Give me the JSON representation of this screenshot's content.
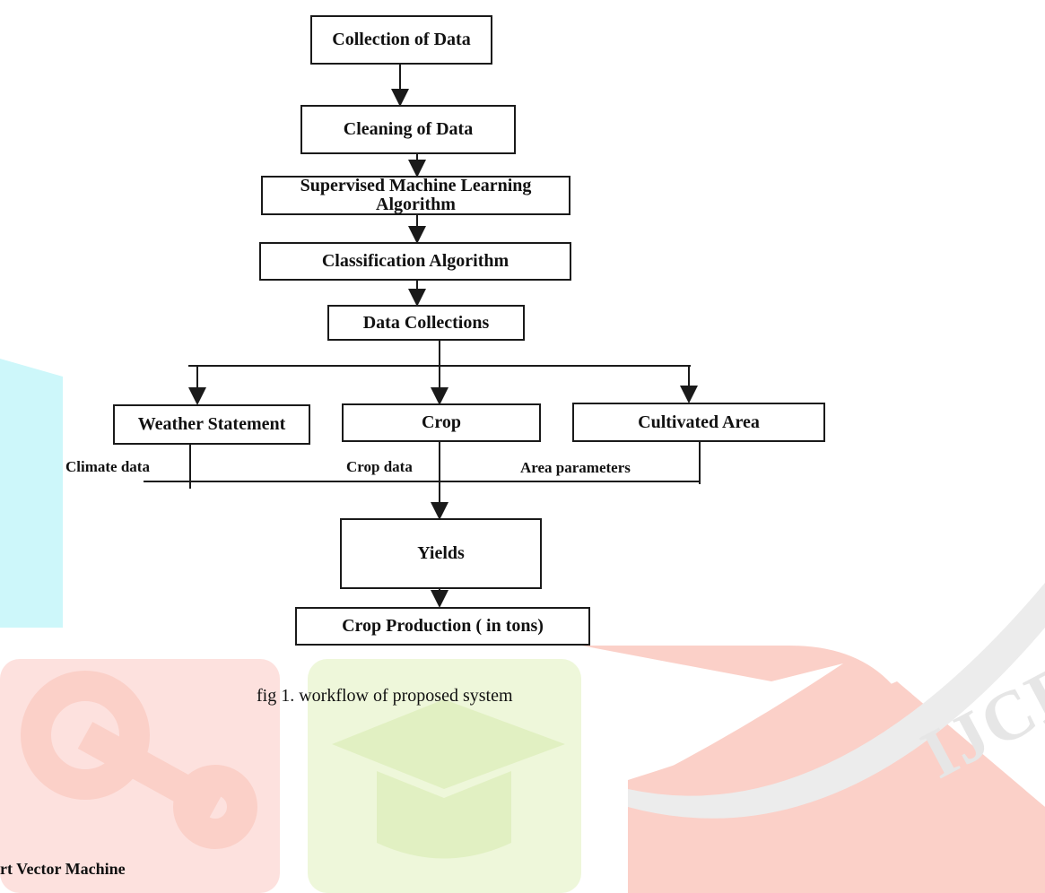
{
  "diagram": {
    "boxes": {
      "collection": "Collection of Data",
      "cleaning": "Cleaning of Data",
      "supervised": "Supervised Machine Learning Algorithm",
      "classification": "Classification Algorithm",
      "data_collections": "Data Collections",
      "weather": "Weather Statement",
      "crop": "Crop",
      "cultivated": "Cultivated Area",
      "yields": "Yields",
      "production": "Crop Production ( in tons)"
    },
    "edge_labels": {
      "climate": "Climate data",
      "crop_data": "Crop data",
      "area": "Area parameters"
    }
  },
  "caption": "fig 1. workflow of proposed system",
  "next_heading_fragment": "rt Vector Machine",
  "watermark": {
    "text": "IJCRT",
    "colors": {
      "cyan": "#cdf7fa",
      "pink": "#fde1de",
      "green": "#eef7da",
      "red": "#fbd0c8",
      "grey": "#ececec"
    }
  }
}
